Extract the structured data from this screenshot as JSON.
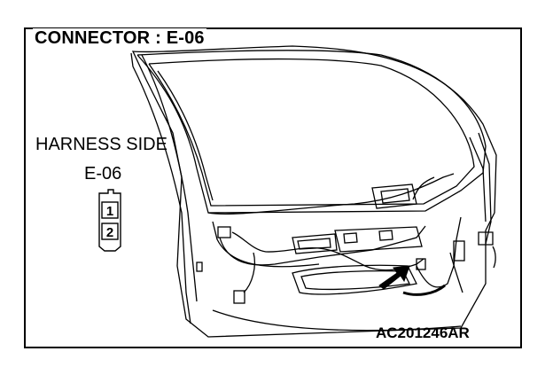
{
  "diagram": {
    "title": "CONNECTOR : E-06",
    "harness_label": "HARNESS SIDE",
    "harness_connector_id": "E-06",
    "pins": [
      "1",
      "2"
    ],
    "reference_code": "AC201246AR"
  }
}
